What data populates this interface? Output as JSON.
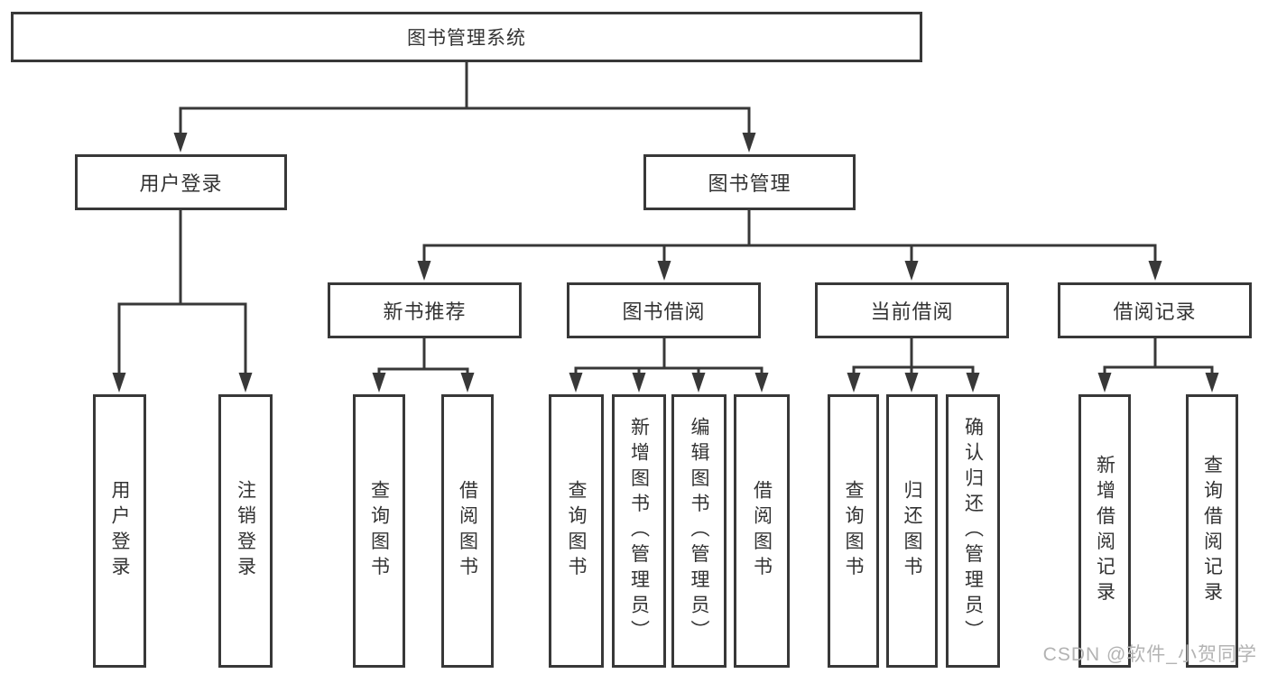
{
  "diagram": {
    "title": "图书管理系统",
    "root": {
      "label": "图书管理系统"
    },
    "branches": [
      {
        "label": "用户登录",
        "children": [
          {
            "label": "用户登录"
          },
          {
            "label": "注销登录"
          }
        ]
      },
      {
        "label": "图书管理",
        "children": [
          {
            "label": "新书推荐",
            "children": [
              {
                "label": "查询图书"
              },
              {
                "label": "借阅图书"
              }
            ]
          },
          {
            "label": "图书借阅",
            "children": [
              {
                "label": "查询图书"
              },
              {
                "label": "新增图书（管理员）"
              },
              {
                "label": "编辑图书（管理员）"
              },
              {
                "label": "借阅图书"
              }
            ]
          },
          {
            "label": "当前借阅",
            "children": [
              {
                "label": "查询图书"
              },
              {
                "label": "归还图书"
              },
              {
                "label": "确认归还（管理员）"
              }
            ]
          },
          {
            "label": "借阅记录",
            "children": [
              {
                "label": "新增借阅记录"
              },
              {
                "label": "查询借阅记录"
              }
            ]
          }
        ]
      }
    ]
  },
  "watermark": {
    "text": "CSDN @软件_小贺同学",
    "color": "#b3b3b3"
  },
  "colors": {
    "background": "#ffffff",
    "line": "#383838",
    "box_border": "#383838",
    "text": "#333333"
  }
}
